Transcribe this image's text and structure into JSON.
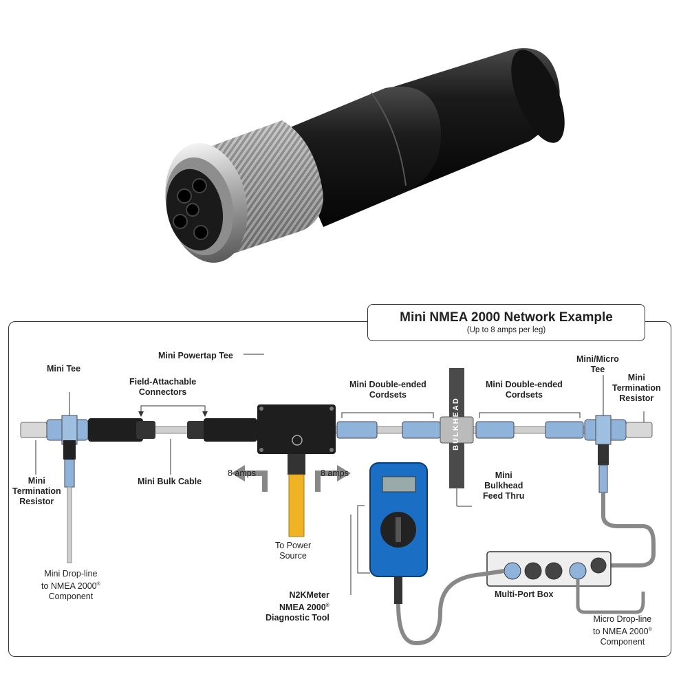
{
  "diagram": {
    "title": "Mini NMEA 2000  Network Example",
    "subtitle": "(Up to 8 amps per leg)",
    "labels": {
      "mini_tee": "Mini Tee",
      "field_attachable": "Field-Attachable",
      "connectors": "Connectors",
      "mini_powertap_tee": "Mini Powertap Tee",
      "mini_double_ended_1": "Mini Double-ended",
      "cordsets_1": "Cordsets",
      "mini_double_ended_2": "Mini Double-ended",
      "cordsets_2": "Cordsets",
      "mini_micro": "Mini/Micro",
      "tee": "Tee",
      "mini_term_right_1": "Mini",
      "mini_term_right_2": "Termination",
      "mini_term_right_3": "Resistor",
      "mini_term_left_1": "Mini",
      "mini_term_left_2": "Termination",
      "mini_term_left_3": "Resistor",
      "mini_bulk_cable": "Mini Bulk Cable",
      "amps_left": "8 amps",
      "amps_right": "8 amps",
      "to_power_1": "To Power",
      "to_power_2": "Source",
      "bulkhead_1": "Mini",
      "bulkhead_2": "Bulkhead",
      "bulkhead_3": "Feed Thru",
      "bulkhead_text": "BULKHEAD",
      "drop_left_1": "Mini Drop-line",
      "drop_left_2": "to NMEA 2000",
      "drop_left_3": "Component",
      "n2k_1": "N2KMeter",
      "n2k_2": "NMEA 2000",
      "n2k_3": "Diagnostic Tool",
      "multiport": "Multi-Port Box",
      "micro_drop_1": "Micro Drop-line",
      "micro_drop_2": "to NMEA 2000",
      "micro_drop_3": "Component",
      "registered": "®"
    }
  },
  "colors": {
    "connector_black": "#1e1e1e",
    "coupling_silver": "#bfbfbf",
    "cable_gray": "#cfcfcf",
    "fitting_blue": "#8fb3d9",
    "power_yellow": "#f0b323",
    "meter_blue": "#1a6fc4"
  }
}
